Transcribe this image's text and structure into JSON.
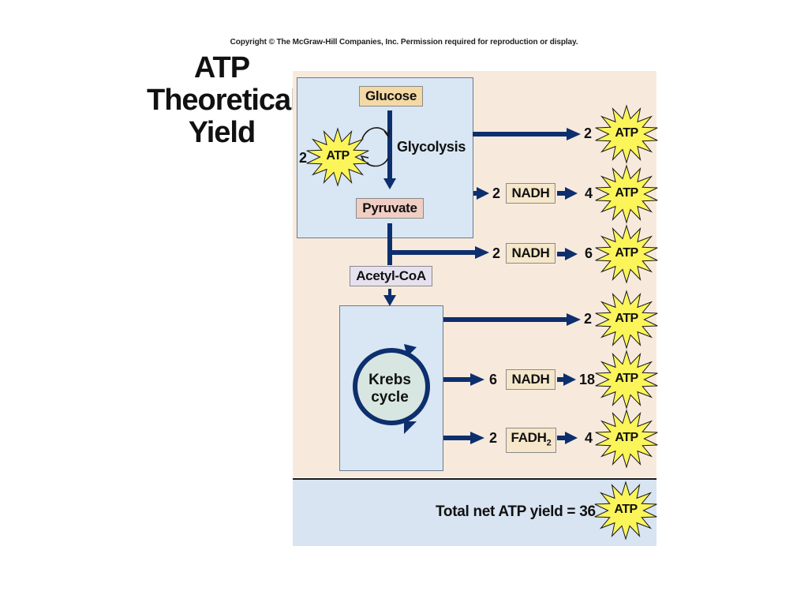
{
  "copyright": "Copyright © The McGraw-Hill Companies, Inc. Permission required for reproduction or display.",
  "title": [
    "ATP",
    "Theoretical",
    "Yield"
  ],
  "pathway": {
    "glucose": "Glucose",
    "glycolysis": "Glycolysis",
    "glycolysis_atp_input_count": "2",
    "pyruvate": "Pyruvate",
    "acetyl_coa": "Acetyl-CoA",
    "krebs": [
      "Krebs",
      "cycle"
    ]
  },
  "atp_label": "ATP",
  "yields": [
    {
      "carrier_count": "",
      "carrier": "",
      "atp": "2"
    },
    {
      "carrier_count": "2",
      "carrier": "NADH",
      "atp": "4"
    },
    {
      "carrier_count": "2",
      "carrier": "NADH",
      "atp": "6"
    },
    {
      "carrier_count": "",
      "carrier": "",
      "atp": "2"
    },
    {
      "carrier_count": "6",
      "carrier": "NADH",
      "atp": "18"
    },
    {
      "carrier_count": "2",
      "carrier": "FADH",
      "carrier_subscript": "2",
      "atp": "4"
    }
  ],
  "total": "Total net ATP yield = 36",
  "colors": {
    "arrow": "#0d2f6e",
    "burst": "#fbf55a",
    "panel": "#f7eadd",
    "box": "#d9e6f3",
    "krebs_circle": "#d8e6e1"
  }
}
